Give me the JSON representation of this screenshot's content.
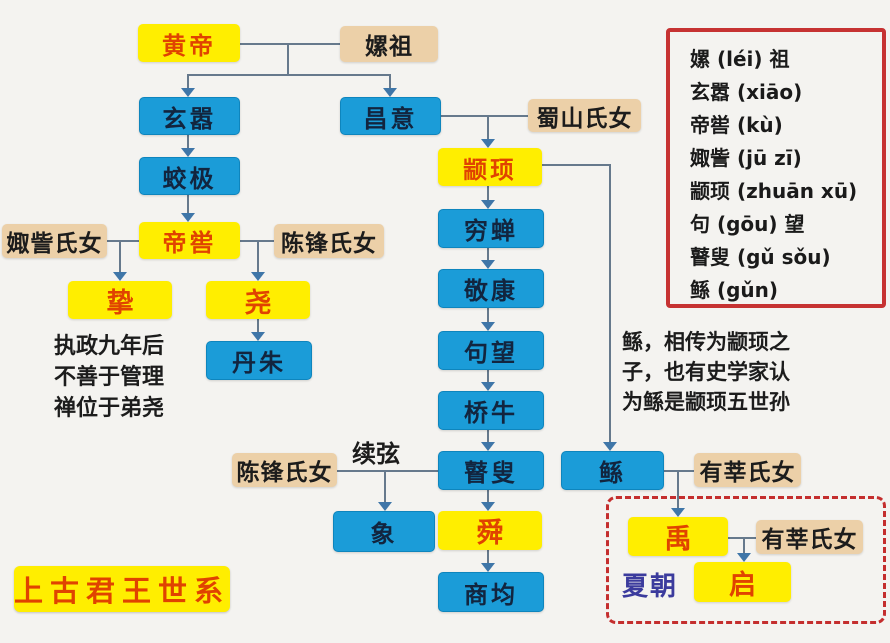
{
  "title": "上古君王世系",
  "colors": {
    "yellow_box": "#ffee00",
    "blue_box": "#1b9cd8",
    "tan_box": "#ecd0a8",
    "red_text": "#e04300",
    "dark_text": "#12253f",
    "legend_border": "#c63232",
    "dashed_border": "#c42e2e",
    "xia_label": "#3b3b9d"
  },
  "nodes": {
    "huangdi": "黄帝",
    "leizu": "嫘祖",
    "xuanxiao": "玄嚣",
    "changyi": "昌意",
    "shushan": "蜀山氏女",
    "jiaoji": "蛟极",
    "zhuanxu": "颛顼",
    "juzi": "娵訾氏女",
    "diku": "帝喾",
    "chenfeng1": "陈锋氏女",
    "zhi": "挚",
    "yao": "尧",
    "danzhu": "丹朱",
    "qiongchan": "穷蝉",
    "jingkang": "敬康",
    "juwang": "句望",
    "qiaoniu": "桥牛",
    "gusou": "瞽叟",
    "chenfeng2": "陈锋氏女",
    "xuxian": "续弦",
    "xiang": "象",
    "shun": "舜",
    "shangjun": "商均",
    "gun": "鲧",
    "youshen1": "有莘氏女",
    "yu": "禹",
    "youshen2": "有莘氏女",
    "xiachao": "夏朝",
    "qi": "启"
  },
  "legend": {
    "lines": [
      "嫘 (léi) 祖",
      "玄嚣 (xiāo)",
      "帝喾 (kù)",
      "娵訾 (jū zī)",
      "颛顼 (zhuān xū)",
      "句 (gōu) 望",
      "瞽叟 (gǔ sǒu)",
      "鲧 (gǔn)"
    ]
  },
  "notes": {
    "zhi_note": [
      "执政九年后",
      "不善于管理",
      "禅位于弟尧"
    ],
    "gun_note": [
      "鲧，相传为颛顼之",
      "子，也有史学家认",
      "为鲧是颛顼五世孙"
    ]
  }
}
